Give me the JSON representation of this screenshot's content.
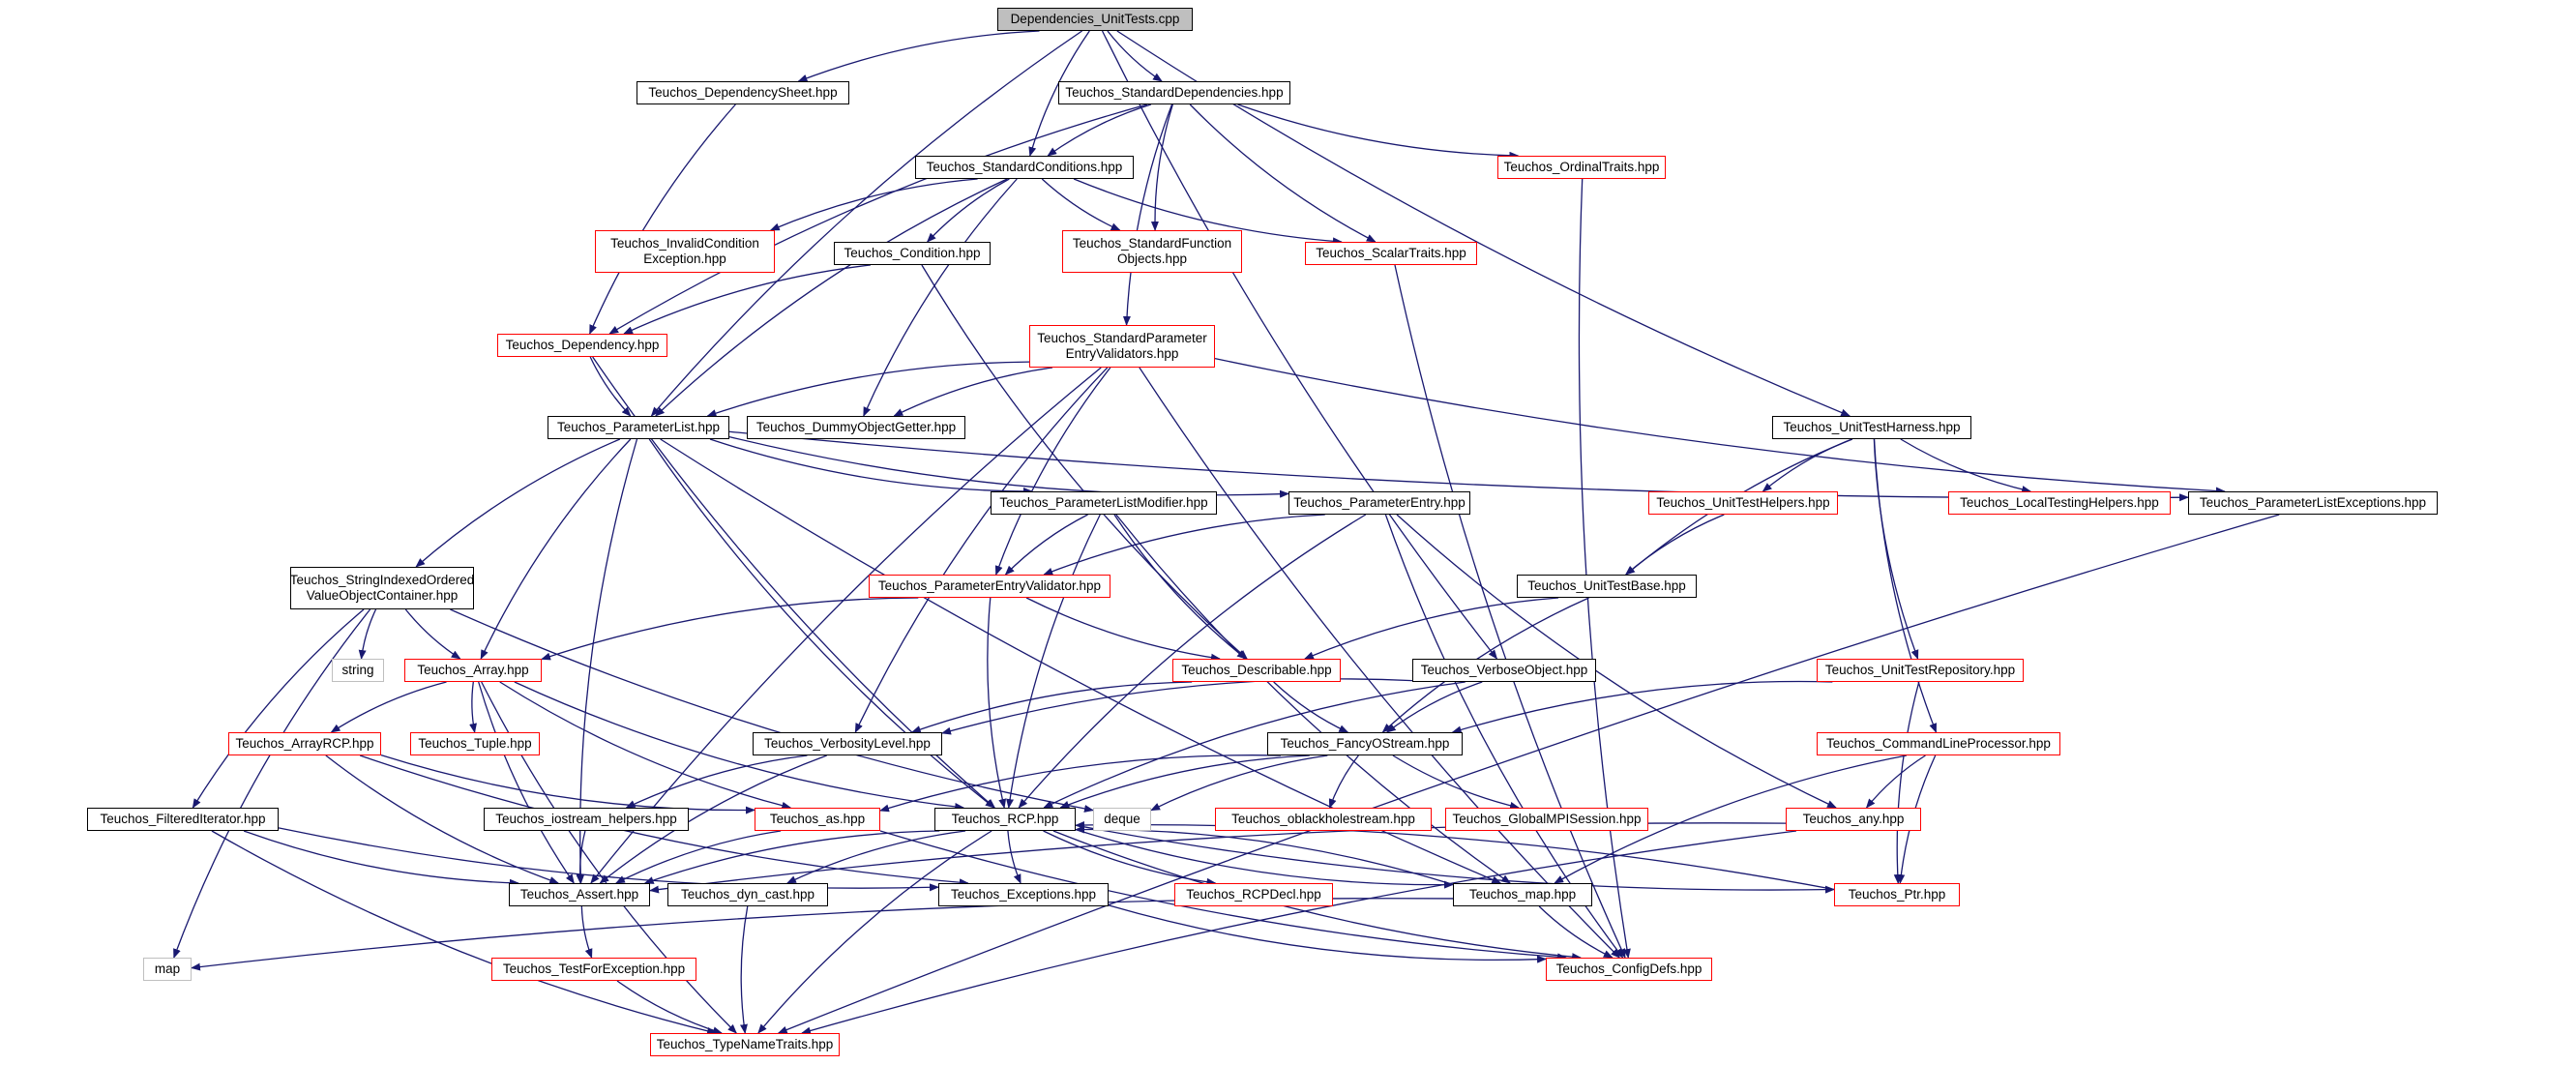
{
  "colors": {
    "edge": "#191970",
    "normal_border": "#000000",
    "truncated_border": "#ff0000",
    "system_border": "#bfbfbf",
    "root_fill": "#bfbfbf"
  },
  "nodes": {
    "dep_unit_tests": "Dependencies_UnitTests.cpp",
    "dependency_sheet": "Teuchos_DependencySheet.hpp",
    "standard_dependencies": "Teuchos_StandardDependencies.hpp",
    "standard_conditions": "Teuchos_StandardConditions.hpp",
    "ordinal_traits": "Teuchos_OrdinalTraits.hpp",
    "invalid_condition": "Teuchos_InvalidCondition\nException.hpp",
    "condition": "Teuchos_Condition.hpp",
    "standard_function": "Teuchos_StandardFunction\nObjects.hpp",
    "scalar_traits": "Teuchos_ScalarTraits.hpp",
    "dependency": "Teuchos_Dependency.hpp",
    "standard_param_validators": "Teuchos_StandardParameter\nEntryValidators.hpp",
    "parameter_list": "Teuchos_ParameterList.hpp",
    "dummy_object_getter": "Teuchos_DummyObjectGetter.hpp",
    "unit_test_harness": "Teuchos_UnitTestHarness.hpp",
    "param_list_modifier": "Teuchos_ParameterListModifier.hpp",
    "parameter_entry": "Teuchos_ParameterEntry.hpp",
    "unit_test_helpers": "Teuchos_UnitTestHelpers.hpp",
    "local_testing_helpers": "Teuchos_LocalTestingHelpers.hpp",
    "param_list_exceptions": "Teuchos_ParameterListExceptions.hpp",
    "string_indexed": "Teuchos_StringIndexedOrdered\nValueObjectContainer.hpp",
    "param_entry_validator": "Teuchos_ParameterEntryValidator.hpp",
    "unit_test_base": "Teuchos_UnitTestBase.hpp",
    "string": "string",
    "array": "Teuchos_Array.hpp",
    "describable": "Teuchos_Describable.hpp",
    "verbose_object": "Teuchos_VerboseObject.hpp",
    "unit_test_repository": "Teuchos_UnitTestRepository.hpp",
    "array_rcp": "Teuchos_ArrayRCP.hpp",
    "tuple": "Teuchos_Tuple.hpp",
    "verbosity_level": "Teuchos_VerbosityLevel.hpp",
    "fancy_ostream": "Teuchos_FancyOStream.hpp",
    "command_line_processor": "Teuchos_CommandLineProcessor.hpp",
    "filtered_iterator": "Teuchos_FilteredIterator.hpp",
    "iostream_helpers": "Teuchos_iostream_helpers.hpp",
    "as": "Teuchos_as.hpp",
    "rcp": "Teuchos_RCP.hpp",
    "deque": "deque",
    "oblackholestream": "Teuchos_oblackholestream.hpp",
    "global_mpi_session": "Teuchos_GlobalMPISession.hpp",
    "any": "Teuchos_any.hpp",
    "assert": "Teuchos_Assert.hpp",
    "dyn_cast": "Teuchos_dyn_cast.hpp",
    "exceptions": "Teuchos_Exceptions.hpp",
    "rcp_decl": "Teuchos_RCPDecl.hpp",
    "map_hpp": "Teuchos_map.hpp",
    "ptr": "Teuchos_Ptr.hpp",
    "map": "map",
    "test_for_exception": "Teuchos_TestForException.hpp",
    "config_defs": "Teuchos_ConfigDefs.hpp",
    "type_name_traits": "Teuchos_TypeNameTraits.hpp"
  }
}
